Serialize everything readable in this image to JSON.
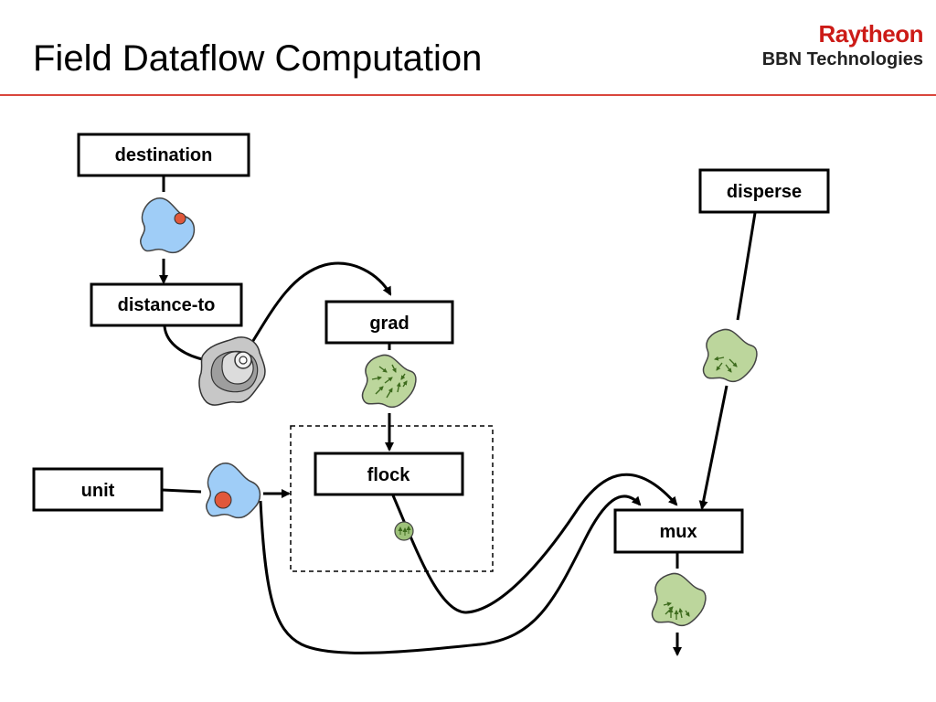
{
  "title": "Field Dataflow Computation",
  "logo": {
    "brand": "Raytheon",
    "subtitle": "BBN Technologies"
  },
  "nodes": {
    "destination": "destination",
    "distance_to": "distance-to",
    "grad": "grad",
    "unit": "unit",
    "flock": "flock",
    "disperse": "disperse",
    "mux": "mux"
  },
  "colors": {
    "rule": "#d9463c",
    "brand": "#cc1b17",
    "blue_field": "#9fcdf7",
    "green_field": "#bcd69c",
    "gray_field": "#c7c7c7",
    "red_dot": "#e0583b",
    "arrow": "#3d6b1d"
  }
}
